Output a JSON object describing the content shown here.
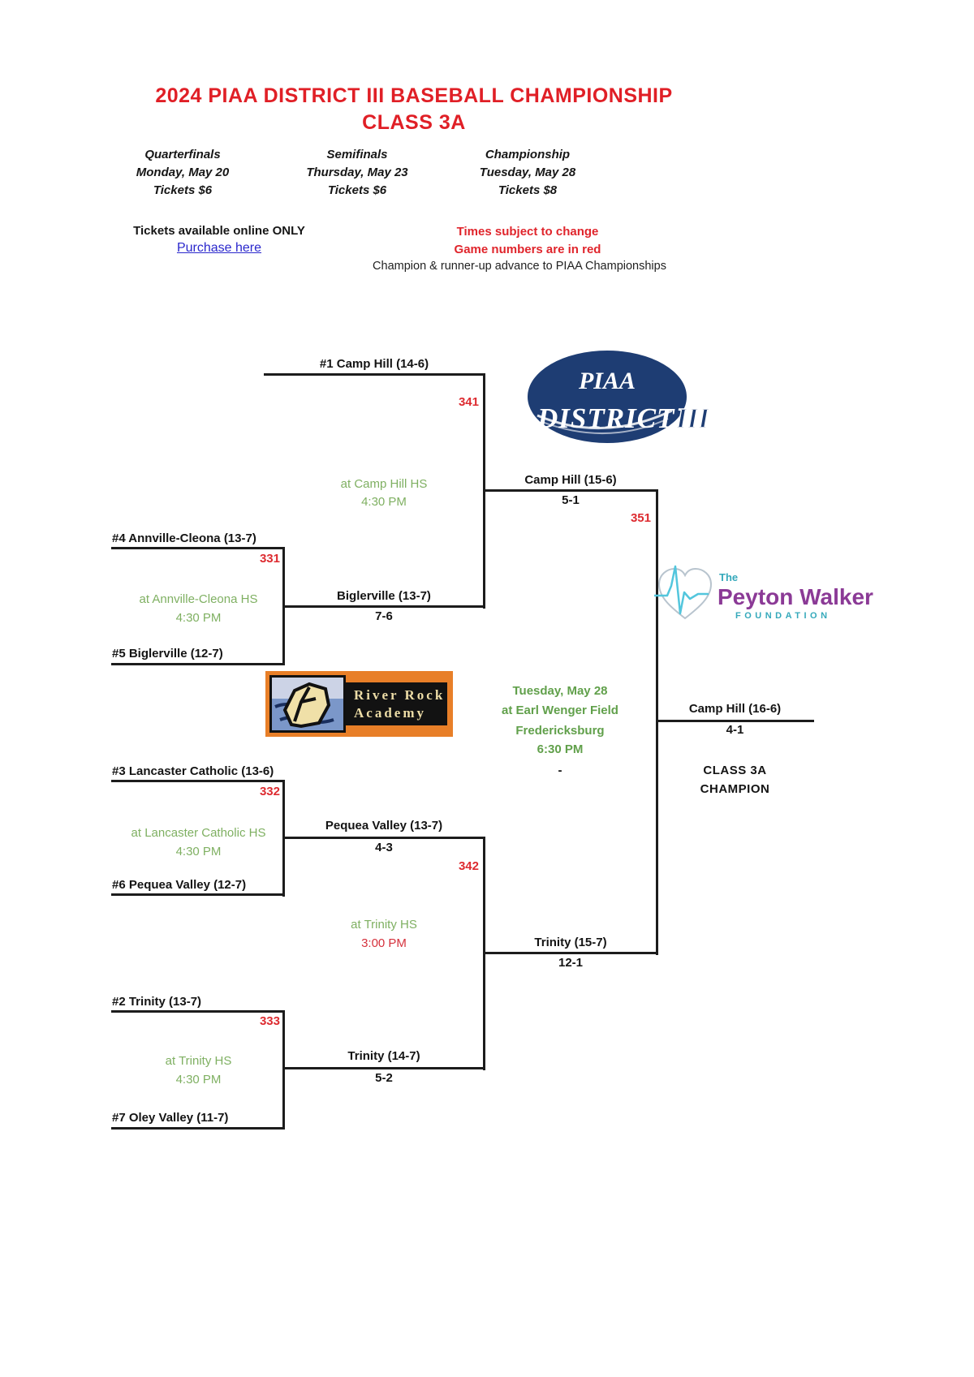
{
  "header": {
    "title1": "2024 PIAA DISTRICT III BASEBALL CHAMPIONSHIP",
    "title2": "CLASS 3A"
  },
  "rounds": [
    {
      "name": "Quarterfinals",
      "date": "Monday, May 20",
      "tickets": "Tickets $6"
    },
    {
      "name": "Semifinals",
      "date": "Thursday, May 23",
      "tickets": "Tickets $6"
    },
    {
      "name": "Championship",
      "date": "Tuesday, May 28",
      "tickets": "Tickets $8"
    }
  ],
  "tickets_note": {
    "text": "Tickets available online ONLY",
    "link": "Purchase here"
  },
  "notes": {
    "times": "Times subject to change",
    "game_numbers": "Game numbers are in red",
    "advance": "Champion & runner-up advance to PIAA Championships"
  },
  "bracket": {
    "seeds": {
      "s1": "#1 Camp Hill (14-6)",
      "s4": "#4 Annville-Cleona (13-7)",
      "s5": "#5 Biglerville (12-7)",
      "s3": "#3 Lancaster Catholic (13-6)",
      "s6": "#6 Pequea Valley (12-7)",
      "s2": "#2 Trinity (13-7)",
      "s7": "#7 Oley Valley (11-7)"
    },
    "games": {
      "g331": {
        "number": "331",
        "site": "at Annville-Cleona HS",
        "time": "4:30 PM",
        "winner": "Biglerville (13-7)",
        "score": "7-6"
      },
      "g332": {
        "number": "332",
        "site": "at Lancaster Catholic HS",
        "time": "4:30 PM",
        "winner": "Pequea Valley (13-7)",
        "score": "4-3"
      },
      "g333": {
        "number": "333",
        "site": "at Trinity HS",
        "time": "4:30 PM",
        "winner": "Trinity (14-7)",
        "score": "5-2"
      },
      "g341": {
        "number": "341",
        "site": "at Camp Hill HS",
        "time": "4:30 PM",
        "winner": "Camp Hill (15-6)",
        "score": "5-1"
      },
      "g342": {
        "number": "342",
        "site": "at Trinity HS",
        "time": "3:00 PM",
        "winner": "Trinity (15-7)",
        "score": "12-1"
      },
      "g351": {
        "number": "351",
        "date": "Tuesday, May 28",
        "site": "at Earl Wenger Field",
        "city": "Fredericksburg",
        "time": "6:30 PM",
        "dash": "-",
        "winner": "Camp Hill (16-6)",
        "score": "4-1",
        "title1": "CLASS 3A",
        "title2": "CHAMPION"
      }
    }
  },
  "logos": {
    "piaa": {
      "top": "PIAA",
      "bottom": "DISTRICT",
      "suffix": "III"
    },
    "river_rock": {
      "line1": "River Rock",
      "line2": "Academy"
    },
    "peyton": {
      "the": "The",
      "name": "Peyton Walker",
      "foundation": "FOUNDATION"
    }
  },
  "colors": {
    "title_red": "#e01f26",
    "game_red": "#dd2b30",
    "site_green": "#7fb062",
    "champ_green": "#61a04b",
    "link_blue": "#2a27cc",
    "piaa_navy": "#1e3d73",
    "peyton_purple": "#8b3a96",
    "peyton_teal": "#35a9bb",
    "river_rock_orange": "#e87f28"
  }
}
